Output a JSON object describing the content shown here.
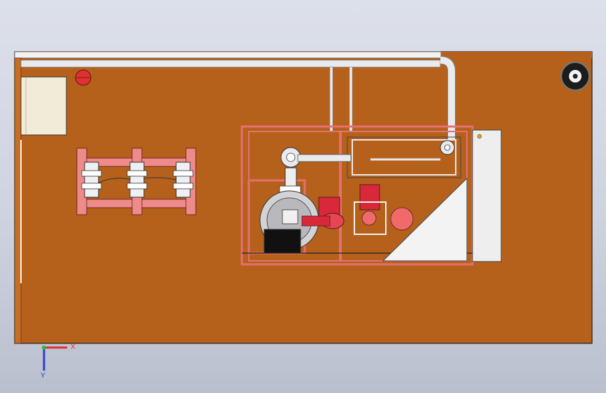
{
  "viewport": {
    "background_top": "#dde0ea",
    "background_bottom": "#b9bfcd"
  },
  "colors": {
    "floor": "#b5611c",
    "frame_red": "#ee8a8a",
    "frame_dark": "#5a1a1a",
    "pipe": "#e9eaee",
    "panel": "#f1ebd7",
    "motor_red": "#d9283a"
  },
  "components": [
    {
      "name": "container-floor",
      "type": "plate"
    },
    {
      "name": "main-pipe",
      "type": "pipe"
    },
    {
      "name": "control-cabinet",
      "type": "cabinet"
    },
    {
      "name": "red-tank",
      "type": "tank"
    },
    {
      "name": "valve-rack",
      "type": "rack",
      "valves": 3
    },
    {
      "name": "skid-frame",
      "type": "frame"
    },
    {
      "name": "pump-motor",
      "type": "motor"
    },
    {
      "name": "exhaust-fan",
      "type": "fan-icon"
    }
  ],
  "triad": {
    "x_label": "X",
    "y_label": "Y",
    "x_color": "#e23030",
    "y_color": "#2a42c8",
    "z_color": "#2fb83a"
  }
}
